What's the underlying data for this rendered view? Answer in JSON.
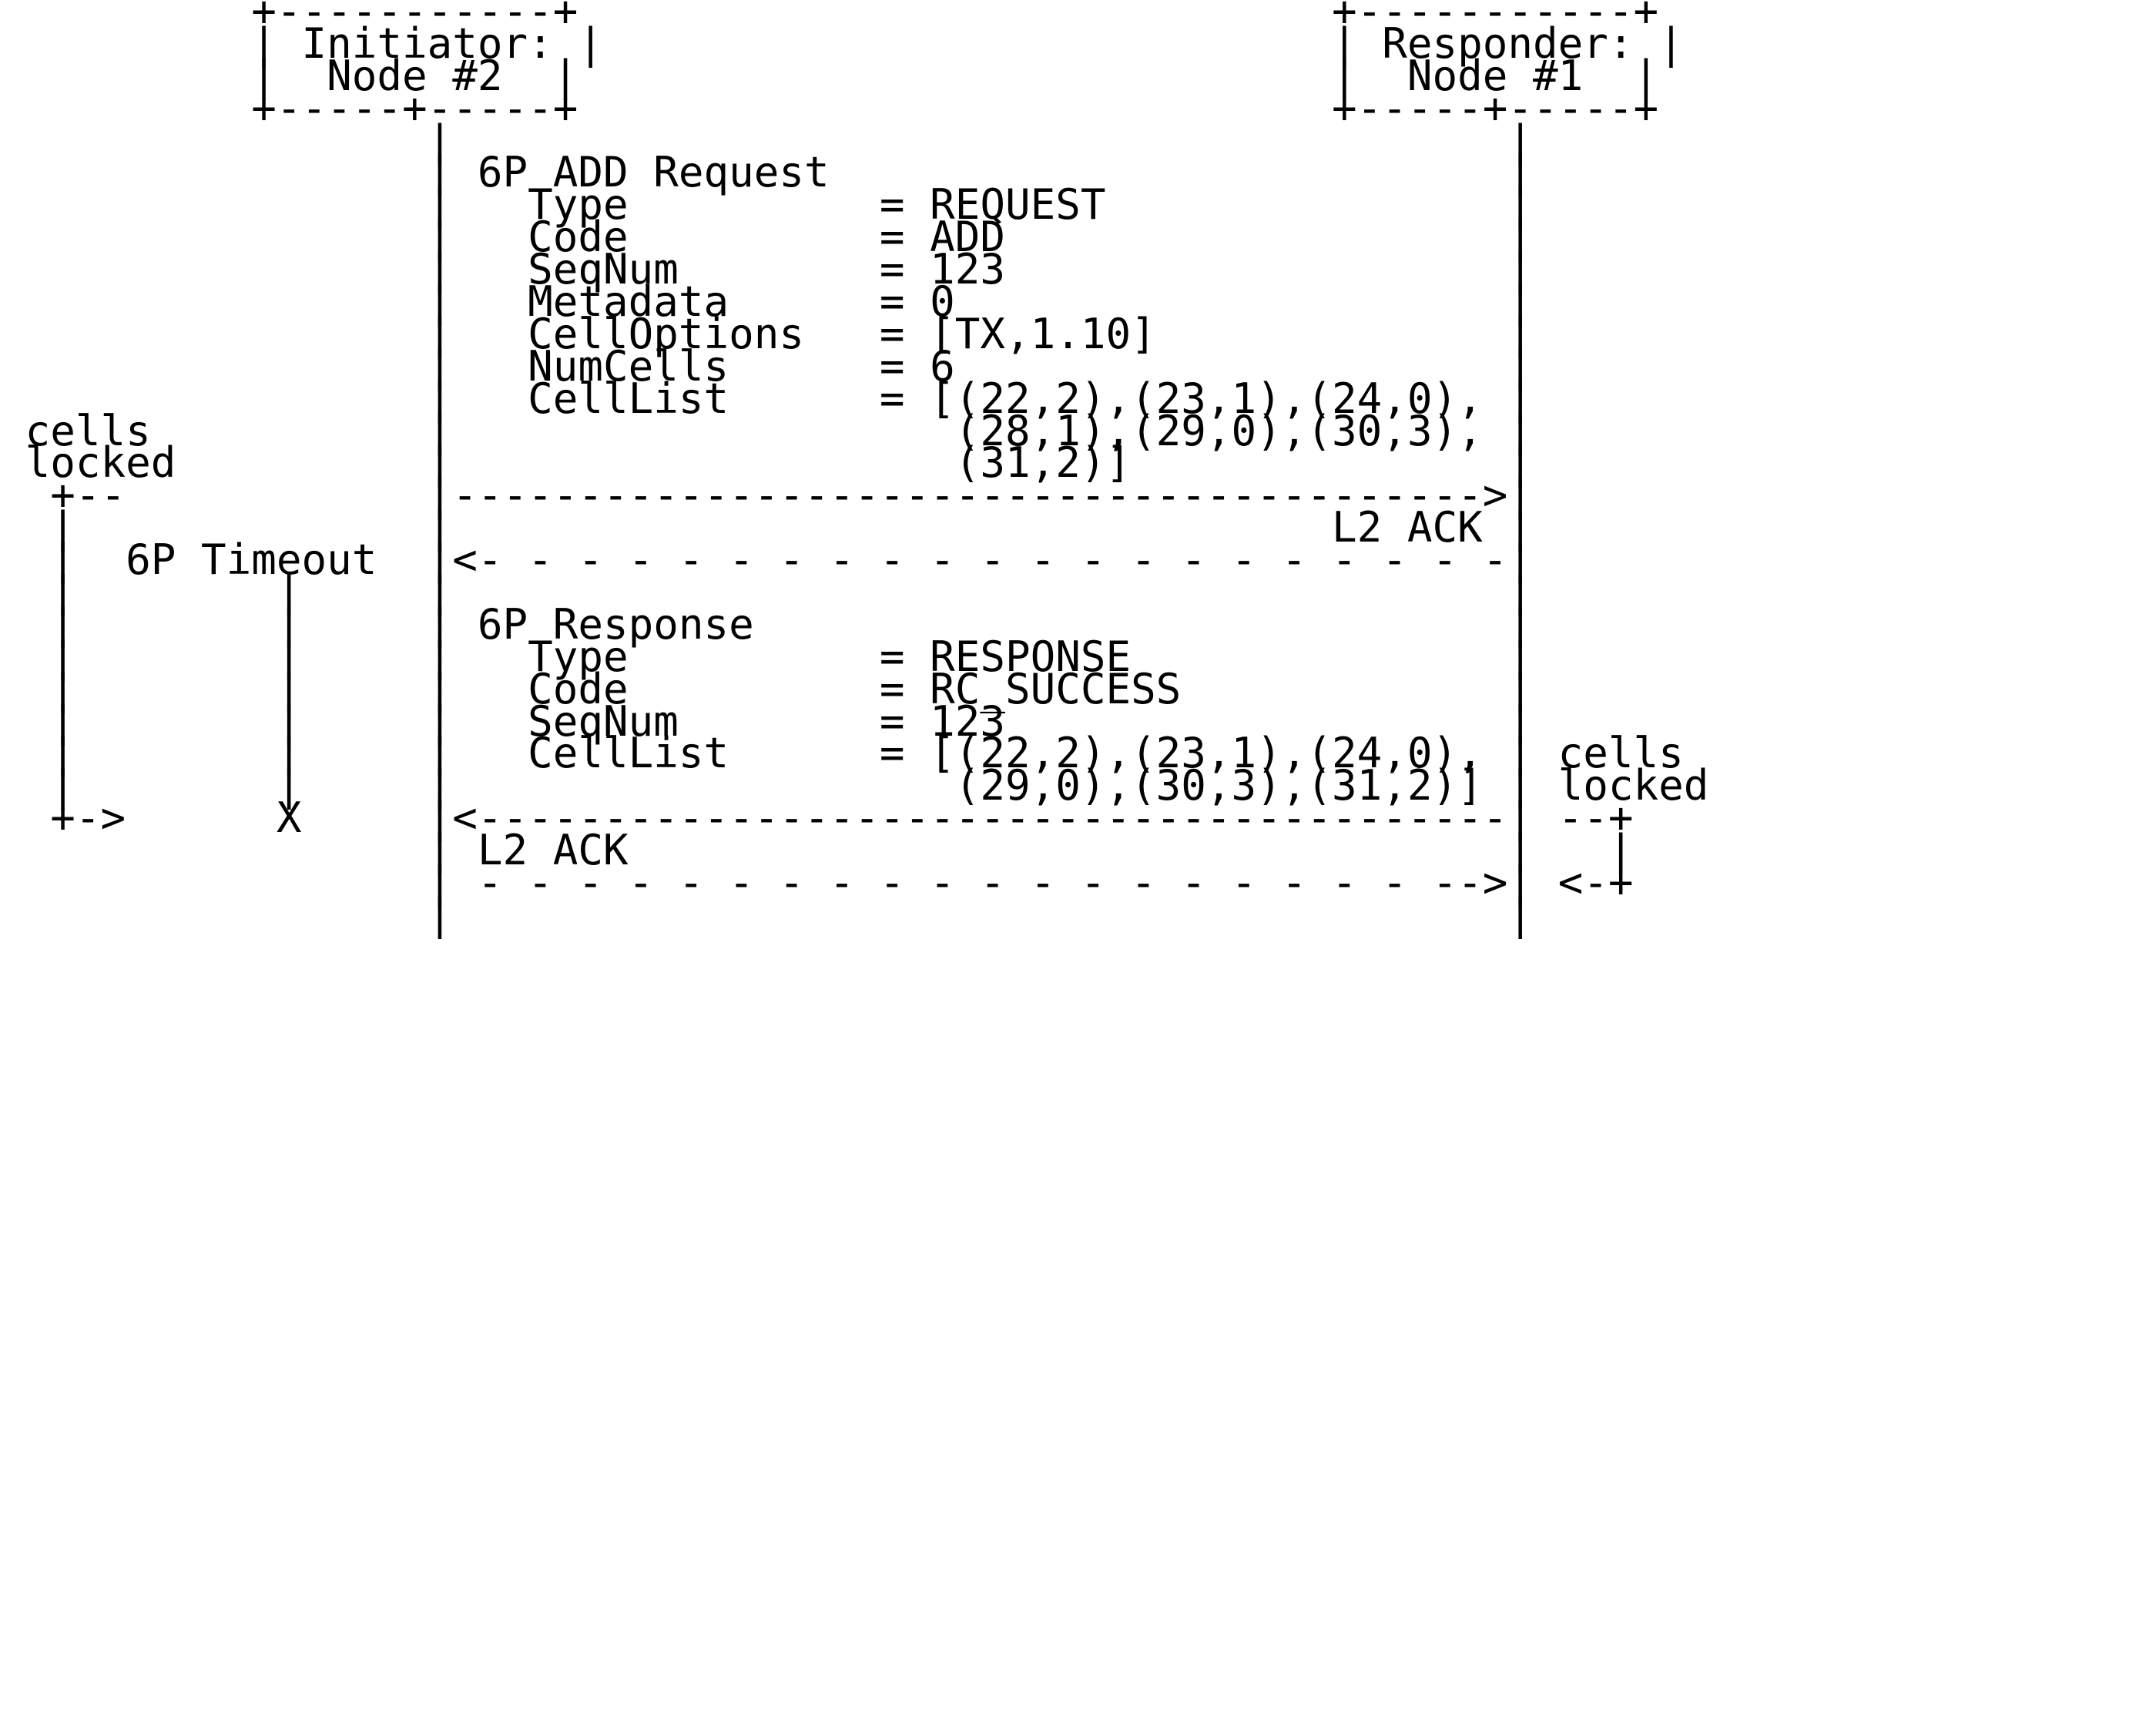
{
  "diagram": {
    "type": "ascii-sequence-diagram",
    "title_left": "Initiator: Node #2",
    "title_right": "Responder: Node #1",
    "nodes": {
      "initiator": {
        "role_label": "Initiator:",
        "name_label": "Node #2"
      },
      "responder": {
        "role_label": "Responder:",
        "name_label": "Node #1"
      }
    },
    "annotations": {
      "left_cells_locked_line1": "cells",
      "left_cells_locked_line2": "locked",
      "right_cells_locked_line1": "cells",
      "right_cells_locked_line2": "locked",
      "timeout_label": "6P Timeout",
      "timeout_marker": "X",
      "l2_ack_1": "L2 ACK",
      "l2_ack_2": "L2 ACK"
    },
    "messages": [
      {
        "name": "6P ADD Request",
        "direction": "initiator-to-responder",
        "fields": [
          {
            "key": "Type",
            "value": "REQUEST"
          },
          {
            "key": "Code",
            "value": "ADD"
          },
          {
            "key": "SeqNum",
            "value": "123"
          },
          {
            "key": "Metadata",
            "value": "0"
          },
          {
            "key": "CellOptions",
            "value": "[TX,1.10]"
          },
          {
            "key": "NumCells",
            "value": "6"
          },
          {
            "key": "CellList",
            "value": "[(22,2),(23,1),(24,0),(28,1),(29,0),(30,3),(31,2)]"
          }
        ]
      },
      {
        "name": "6P Response",
        "direction": "responder-to-initiator",
        "fields": [
          {
            "key": "Type",
            "value": "RESPONSE"
          },
          {
            "key": "Code",
            "value": "RC_SUCCESS"
          },
          {
            "key": "SeqNum",
            "value": "123"
          },
          {
            "key": "CellList",
            "value": "[(22,2),(23,1),(24,0),(29,0),(30,3),(31,2)]"
          }
        ]
      }
    ],
    "ascii_lines": [
      "       +-----------+                             +-----------+",
      "       | Initiator: |                            | Responder: |",
      "       |  Node #2  |                             |  Node #1  |",
      "       +-----+-----+                             +-----+-----+",
      "             |                                         |",
      "             | 6P ADD Request                          |",
      "             |    Type          = REQUEST               |",
      "             |    Code          = ADD                   |",
      "             |    SeqNum        = 123                   |",
      "             |    Metadata      = 0                     |",
      "             |    CellOptions   = [TX,1.10]             |",
      "             |    NumCells      = 6                     |",
      "             |    CellList      = [(22,2),(23,1),(24,0), |",
      "cells        |                     (28,1),(29,0),(30,3), |",
      "locked       |                     (31,2)]               |",
      " +--         |---------------------------------------->|",
      " |           |                                 L2 ACK |",
      " |  6P Timeout |<- - - - - - - - - - - - - - - - - - - |",
      " |       |     |                                        |",
      " |       |     | 6P Response                            |",
      " |       |     |    Type       = RESPONSE                |",
      " |       |     |    Code       = RC_SUCCESS              |",
      " |       |     |    SeqNum     = 123                     |",
      " |       |     |    CellList   = [(22,2),(23,1),(24,0), | cells",
      " |       |     |                  (29,0),(30,3),(31,2)] | locked",
      " +->     X     |<---------------------------------------| --+",
      "               | L2 ACK                                 |   |",
      "               | - - - - - - - - - - - - - - - - - - ->| <-+",
      "               |                                        |"
    ],
    "colors": {
      "foreground": "#000000",
      "background": "#ffffff"
    }
  }
}
